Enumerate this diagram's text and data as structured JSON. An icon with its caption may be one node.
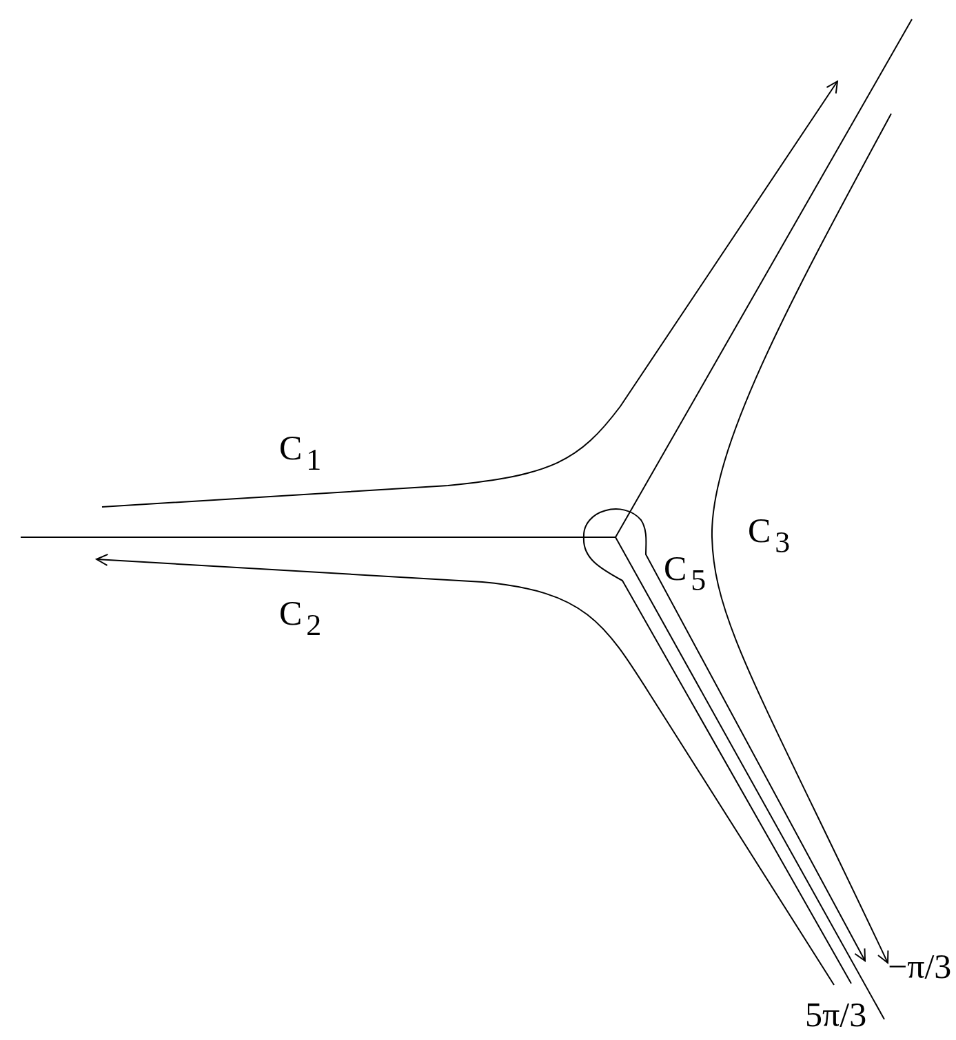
{
  "diagram": {
    "labels": [
      "C$_{1}$",
      "C$_{2}$",
      "C$_{3}$",
      "C$_{5}$",
      "5π/3",
      "−π/3"
    ]
  }
}
